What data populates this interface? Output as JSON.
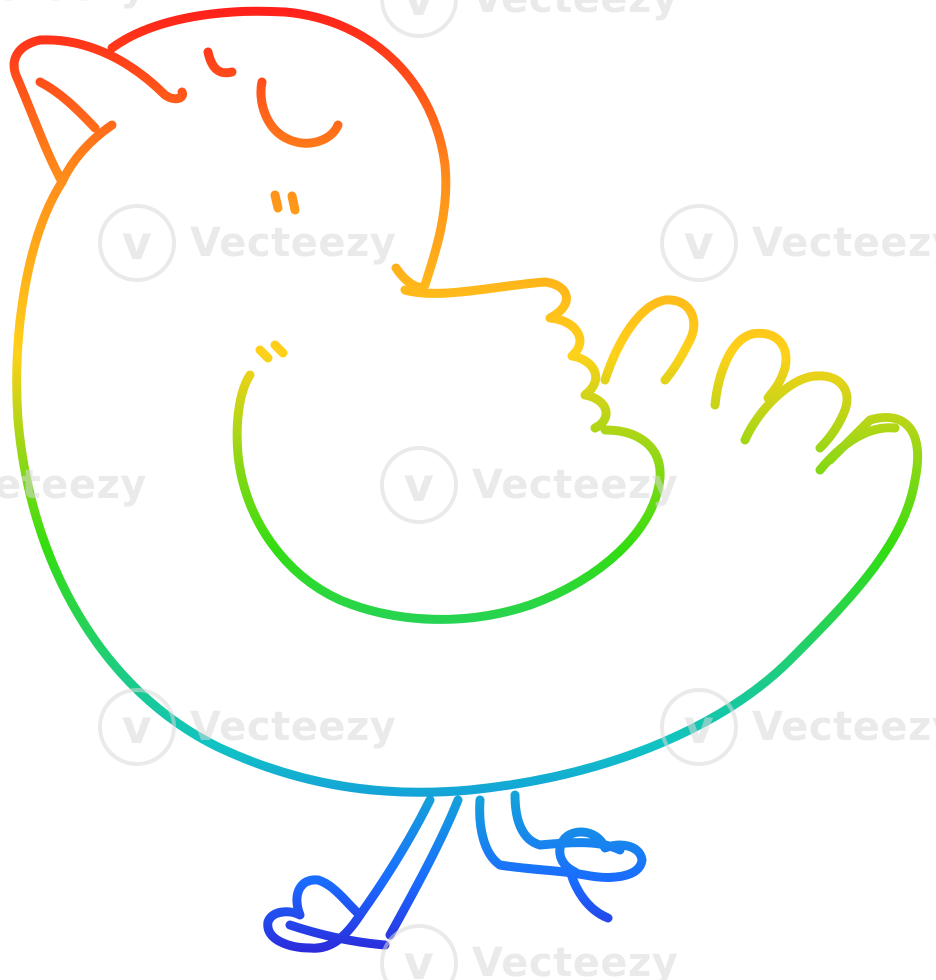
{
  "scene": {
    "subject": "bird-cartoon",
    "style": "rainbow-gradient-line-art",
    "background_color": "#ffffff",
    "gradient_colors": [
      "#ff1a1a",
      "#ff8c1a",
      "#ffd11a",
      "#33dd11",
      "#11c3c3",
      "#1a6bff",
      "#3311cc"
    ]
  },
  "watermark": {
    "text": "Vecteezy",
    "logo_glyph": "v",
    "partial_text": "eteezy"
  }
}
